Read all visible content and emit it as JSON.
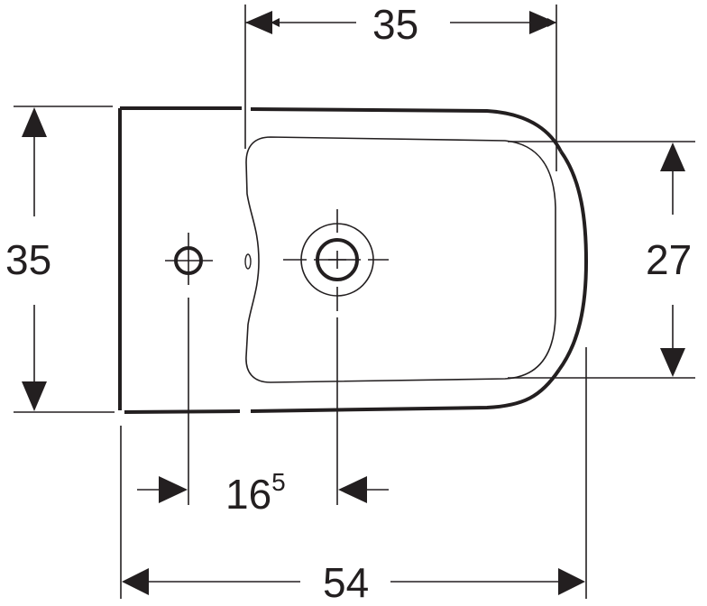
{
  "drawing": {
    "subject": "Bidet top view with dimensions",
    "stroke_color": "#231f20",
    "background_color": "#ffffff"
  },
  "dimensions": {
    "top_width": {
      "value": "35"
    },
    "left_depth": {
      "value": "35"
    },
    "right_bowl_depth": {
      "value": "27"
    },
    "tap_hole_offset": {
      "value": "16",
      "superscript": "5"
    },
    "overall_length": {
      "value": "54"
    }
  }
}
